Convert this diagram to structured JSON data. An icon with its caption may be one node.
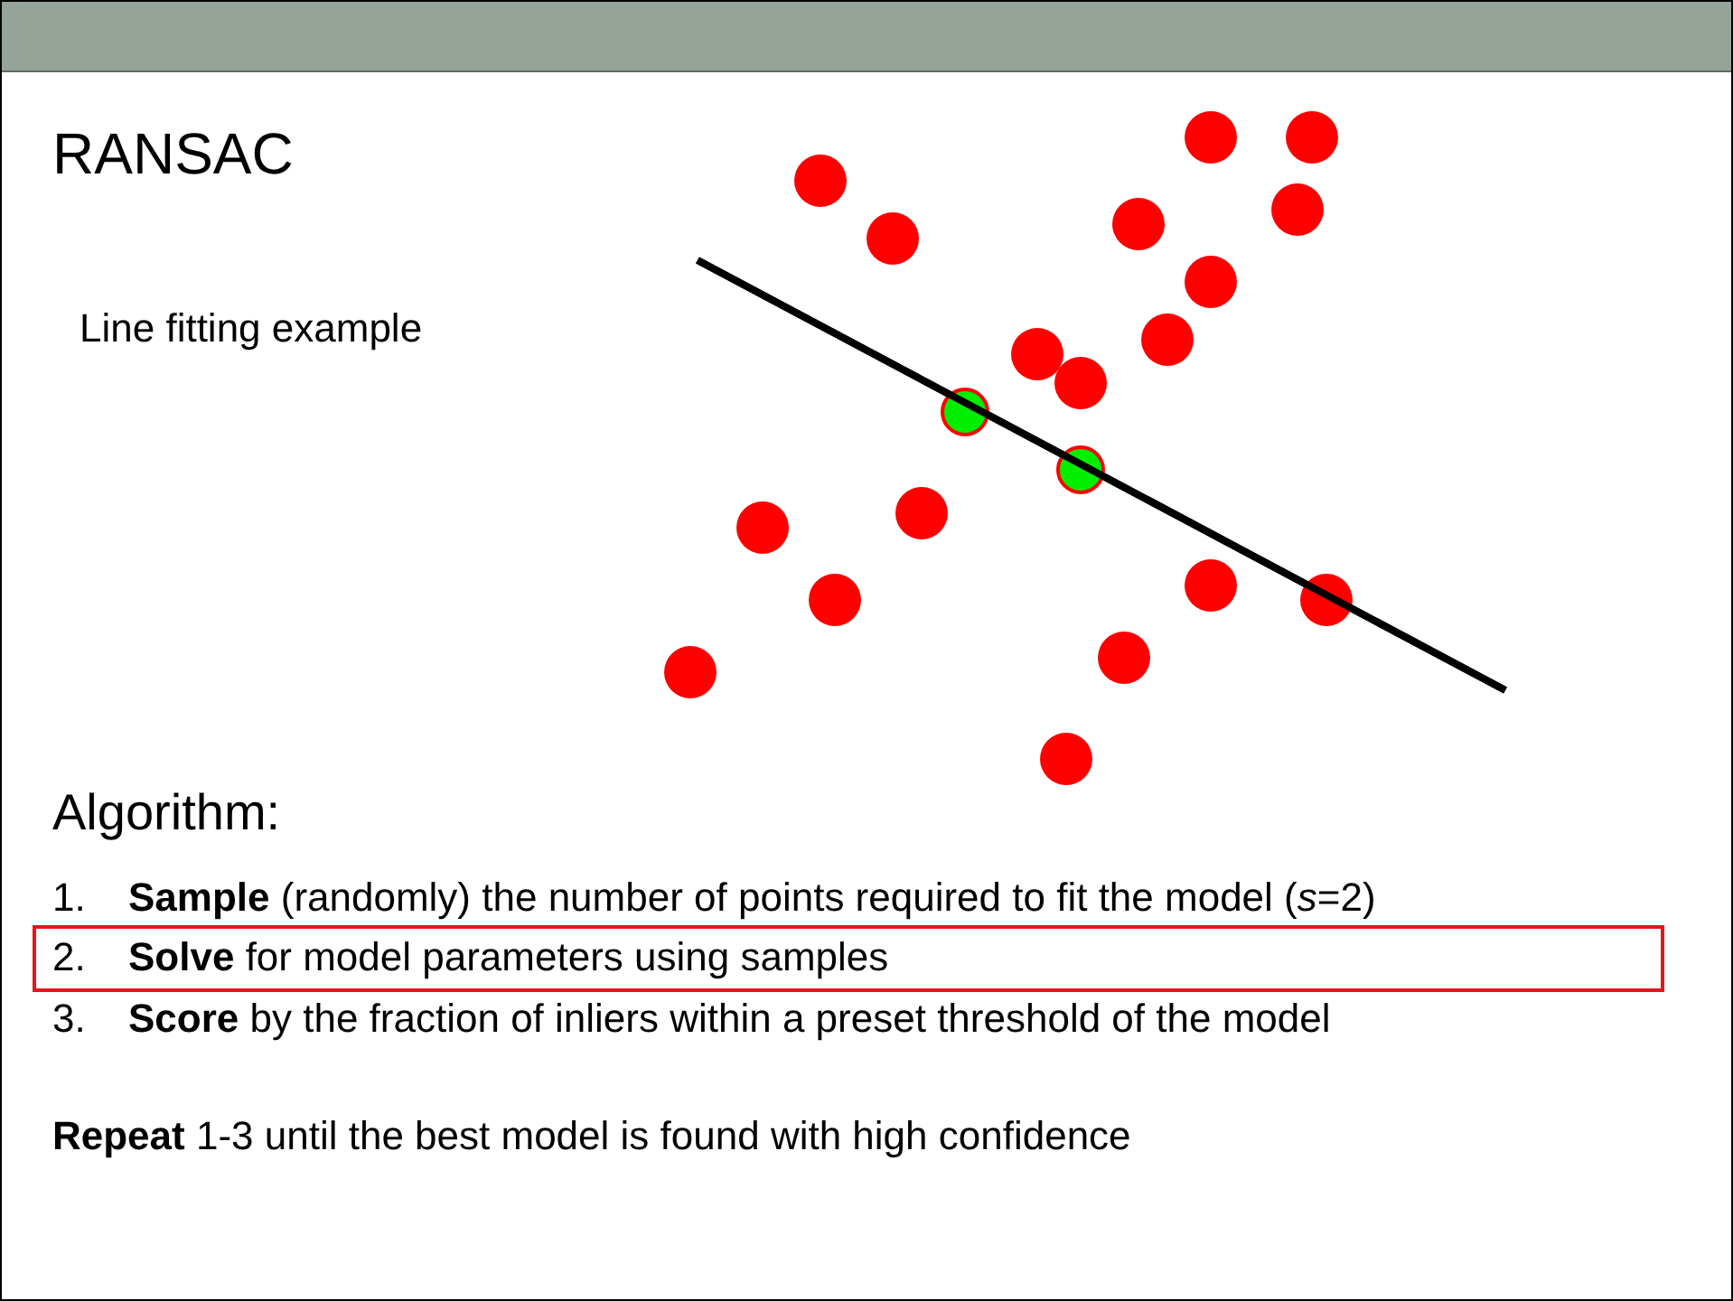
{
  "diagram": {
    "title": "RANSAC",
    "nodes": [
      {
        "text": [
          "2.",
          "**Solve** for model parameters using samples"
        ]
      }
    ],
    "labels": [
      "Line fitting example",
      "Algorithm:",
      "1.",
      "**Sample** (randomly) the number of points required to fit the model (*s*=2)",
      "3.",
      "**Score** by the fraction of inliers within a preset threshold of the model",
      "**Repeat** 1-3 until the best model is found with high confidence"
    ]
  }
}
